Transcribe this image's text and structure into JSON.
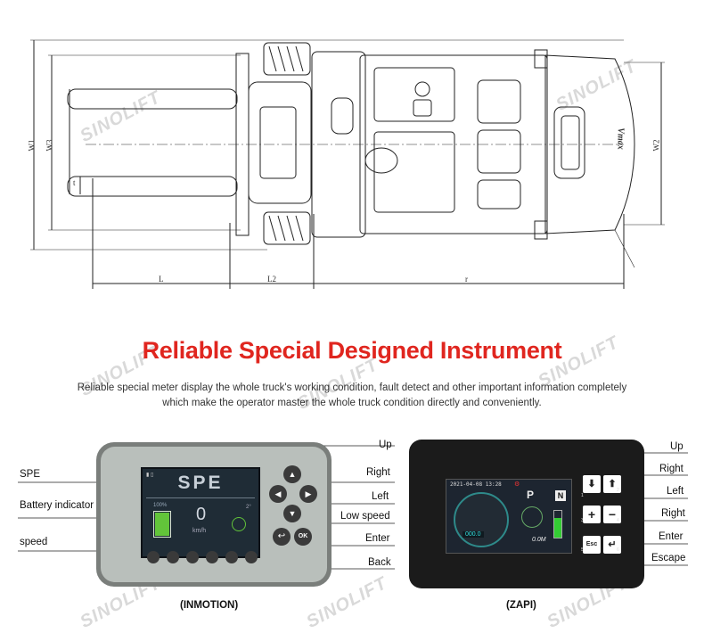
{
  "watermark": "SINOLIFT",
  "drawing": {
    "dims": {
      "w1": "W1",
      "w3": "W3",
      "w2": "W2",
      "l": "L",
      "l2": "L2",
      "r": "r",
      "t": "t"
    },
    "panel_brand": "Vmax"
  },
  "heading": "Reliable Special Designed Instrument",
  "description": {
    "line1": "Reliable special meter display the whole truck's working condition, fault detect and other important information completely",
    "line2": "which make the operator master the whole truck condition directly and conveniently."
  },
  "inmotion": {
    "caption": "(INMOTION)",
    "labels": {
      "spe": "SPE",
      "battery": "Battery indicator",
      "speed": "speed",
      "up": "Up",
      "right": "Right",
      "left": "Left",
      "low_speed": "Low speed",
      "enter": "Enter",
      "back": "Back"
    },
    "screen": {
      "title": "SPE",
      "battery_pct": "100%",
      "speed_value": "0",
      "unit": "km/h",
      "tilt": "2°"
    },
    "buttons": {
      "ok": "OK"
    }
  },
  "zapi": {
    "caption": "(ZAPI)",
    "labels": {
      "up": "Up",
      "right1": "Right",
      "left": "Left",
      "right2": "Right",
      "enter": "Enter",
      "escape": "Escape"
    },
    "screen": {
      "datetime": "2021-04-08  13:28",
      "gear": "P",
      "mode": "N",
      "odo": "000.0",
      "height": "0.0M"
    },
    "keys": {
      "esc": "Esc",
      "plus": "+",
      "minus": "−"
    },
    "key_numbers": {
      "k1": "1",
      "k2": "2",
      "k3": "3",
      "k4": "4",
      "k5": "5",
      "k6": "6"
    }
  },
  "colors": {
    "heading": "#e0261f",
    "inmotion_body": "#b9bfbb",
    "zapi_body": "#1b1b1b",
    "screen_teal": "#2e8a8a"
  }
}
